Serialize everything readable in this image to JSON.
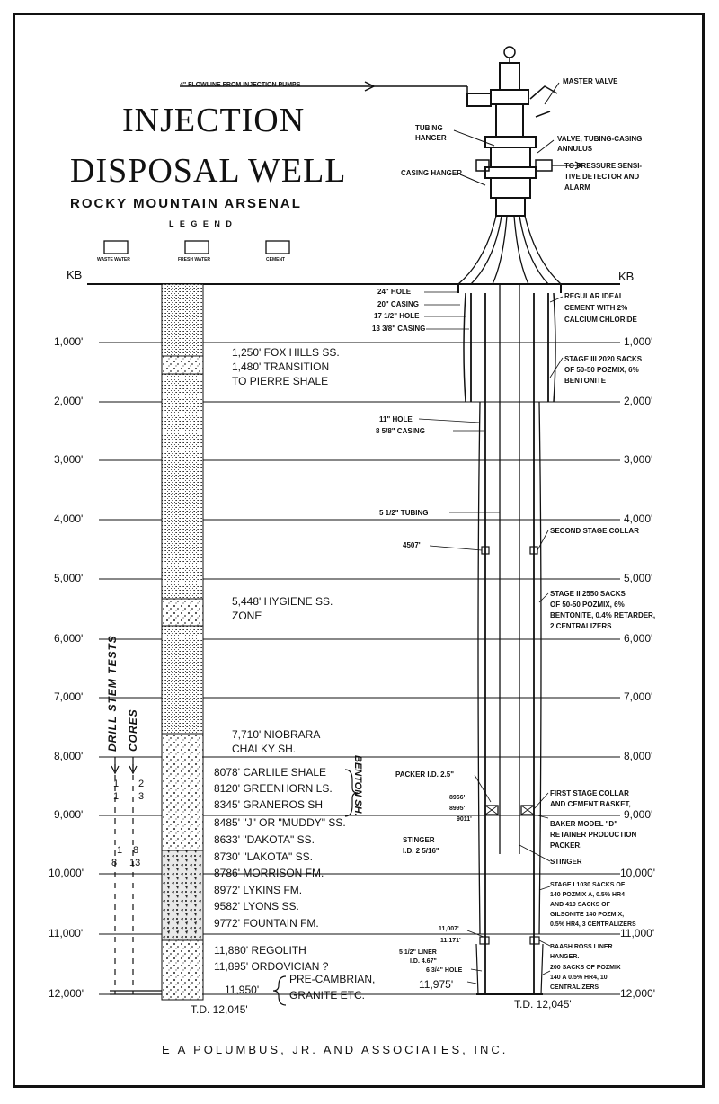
{
  "title_line1": "INJECTION",
  "title_line2": "DISPOSAL WELL",
  "subtitle": "ROCKY MOUNTAIN ARSENAL",
  "legend": {
    "title": "L E G E N D",
    "items": [
      "WASTE WATER",
      "FRESH WATER",
      "CEMENT"
    ]
  },
  "kb_left": "KB",
  "kb_right": "KB",
  "depth_labels": [
    "1,000'",
    "2,000'",
    "3,000'",
    "4,000'",
    "5,000'",
    "6,000'",
    "7,000'",
    "8,000'",
    "9,000'",
    "10,000'",
    "11,000'",
    "12,000'"
  ],
  "depth_labels_right": [
    "1,000'",
    "2,000'",
    "3,000'",
    "4,000'",
    "5,000'",
    "6,000'",
    "7,000'",
    "8,000'",
    "9,000'",
    "10,000'",
    "11,000'",
    "12,000'"
  ],
  "formations": [
    "1,250' FOX HILLS SS.",
    "1,480' TRANSITION",
    "TO PIERRE SHALE",
    "5,448' HYGIENE SS.",
    "ZONE",
    "7,710' NIOBRARA",
    "CHALKY SH.",
    "8078' CARLILE SHALE",
    "8120' GREENHORN LS.",
    "8345' GRANEROS SH",
    "8485' \"J\" OR \"MUDDY\" SS.",
    "8633' \"DAKOTA\" SS.",
    "8730' \"LAKOTA\" SS.",
    "8786' MORRISON FM.",
    "8972' LYKINS FM.",
    "9582' LYONS SS.",
    "9772' FOUNTAIN FM.",
    "11,880' REGOLITH",
    "11,895' ORDOVICIAN ?",
    "11,950'",
    "PRE-CAMBRIAN,",
    "GRANITE ETC.",
    "T.D. 12,045'"
  ],
  "benton": "BENTON SH.",
  "drill_stem_tests": "DRILL STEM TESTS",
  "cores": "CORES",
  "test_numbers": [
    "1",
    "2",
    "1",
    "3",
    "1",
    "8",
    "8",
    "13"
  ],
  "wellhead": {
    "flowline": "4\" FLOWLINE FROM INJECTION PUMPS",
    "master_valve": "MASTER VALVE",
    "tubing_hanger_1": "TUBING",
    "tubing_hanger_2": "HANGER",
    "valve_1": "VALVE, TUBING-CASING",
    "valve_2": "ANNULUS",
    "casing_hanger": "CASING HANGER",
    "pressure_1": "TO PRESSURE SENSI-",
    "pressure_2": "TIVE DETECTOR AND",
    "pressure_3": "ALARM"
  },
  "well_left_labels": [
    "24\" HOLE",
    "20\" CASING",
    "17 1/2\" HOLE",
    "13 3/8\" CASING",
    "11\" HOLE",
    "8 5/8\" CASING",
    "5 1/2\" TUBING",
    "4507'",
    "PACKER I.D. 2.5\"",
    "8966'",
    "8995'",
    "9011'",
    "STINGER",
    "I.D. 2 5/16\"",
    "11,007'",
    "11,171'",
    "5 1/2\" LINER",
    "I.D. 4.67\"",
    "6 3/4\" HOLE",
    "11,975'",
    "T.D. 12,045'"
  ],
  "well_right_labels": [
    "REGULAR IDEAL",
    "CEMENT WITH 2%",
    "CALCIUM CHLORIDE",
    "STAGE III 2020 SACKS",
    "OF 50-50 POZMIX, 6%",
    "BENTONITE",
    "SECOND STAGE COLLAR",
    "STAGE II 2550 SACKS",
    "OF 50-50 POZMIX, 6%",
    "BENTONITE, 0.4% RETARDER,",
    "2 CENTRALIZERS",
    "FIRST STAGE COLLAR",
    "AND CEMENT BASKET,",
    "BAKER MODEL \"D\"",
    "RETAINER PRODUCTION",
    "PACKER.",
    "STINGER",
    "STAGE I 1030 SACKS OF",
    "140 POZMIX A, 0.5% HR4",
    "AND 410 SACKS OF",
    "GILSONITE 140 POZMIX,",
    "0.5% HR4, 3 CENTRALIZERS",
    "BAASH ROSS LINER",
    "HANGER.",
    "200 SACKS OF POZMIX",
    "140 A 0.5% HR4, 10",
    "CENTRALIZERS"
  ],
  "footer": "E A POLUMBUS, JR. AND ASSOCIATES, INC."
}
